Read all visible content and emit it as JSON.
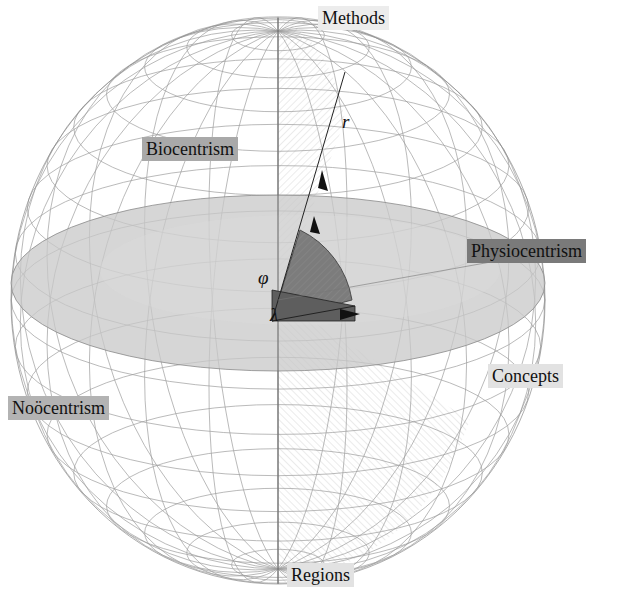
{
  "diagram": {
    "nodes": [
      {
        "text": [
          "Methods"
        ]
      },
      {
        "text": [
          "Biocentrism"
        ]
      },
      {
        "text": [
          "Physiocentrism"
        ]
      },
      {
        "text": [
          "Concepts"
        ]
      },
      {
        "text": [
          "Noöcentrism"
        ]
      },
      {
        "text": [
          "Regions"
        ]
      }
    ],
    "labels": [
      "r",
      "φ",
      "λ"
    ]
  }
}
